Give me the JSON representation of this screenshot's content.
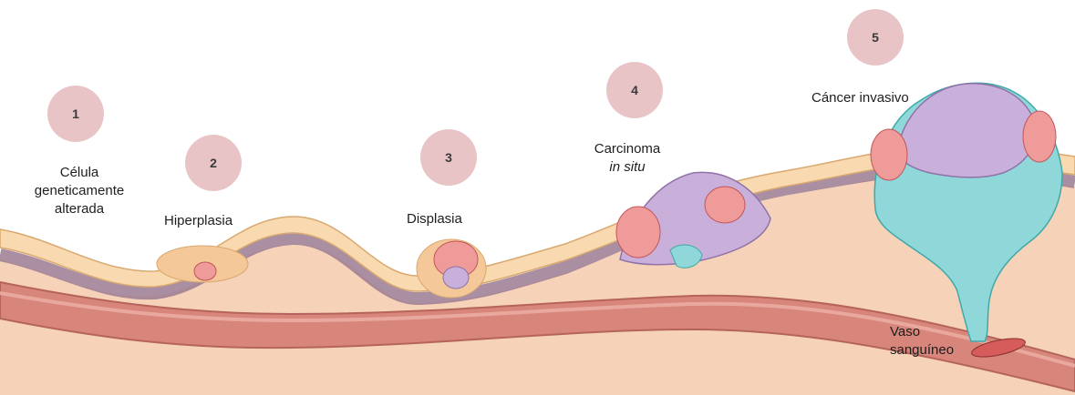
{
  "stages": [
    {
      "number": "1",
      "label_lines": [
        "Célula",
        "geneticamente",
        "alterada"
      ]
    },
    {
      "number": "2",
      "label_lines": [
        "Hiperplasia"
      ]
    },
    {
      "number": "3",
      "label_lines": [
        "Displasia"
      ]
    },
    {
      "number": "4",
      "label_lines": [
        "Carcinoma",
        "in situ"
      ]
    },
    {
      "number": "5",
      "label_lines": [
        "Cáncer invasivo"
      ]
    }
  ],
  "vessel_label_lines": [
    "Vaso",
    "sanguíneo"
  ],
  "colors": {
    "tissue": "#f6d2b8",
    "epithelium": "#f9d9b0",
    "basement_membrane": "#9b7b92",
    "vessel": "#d8857b",
    "dysplastic_cell": "#ee9b99",
    "carcinoma_cell": "#c8b0da",
    "invasive_cell": "#8fd7d8",
    "badge": "#e8c4c6"
  }
}
